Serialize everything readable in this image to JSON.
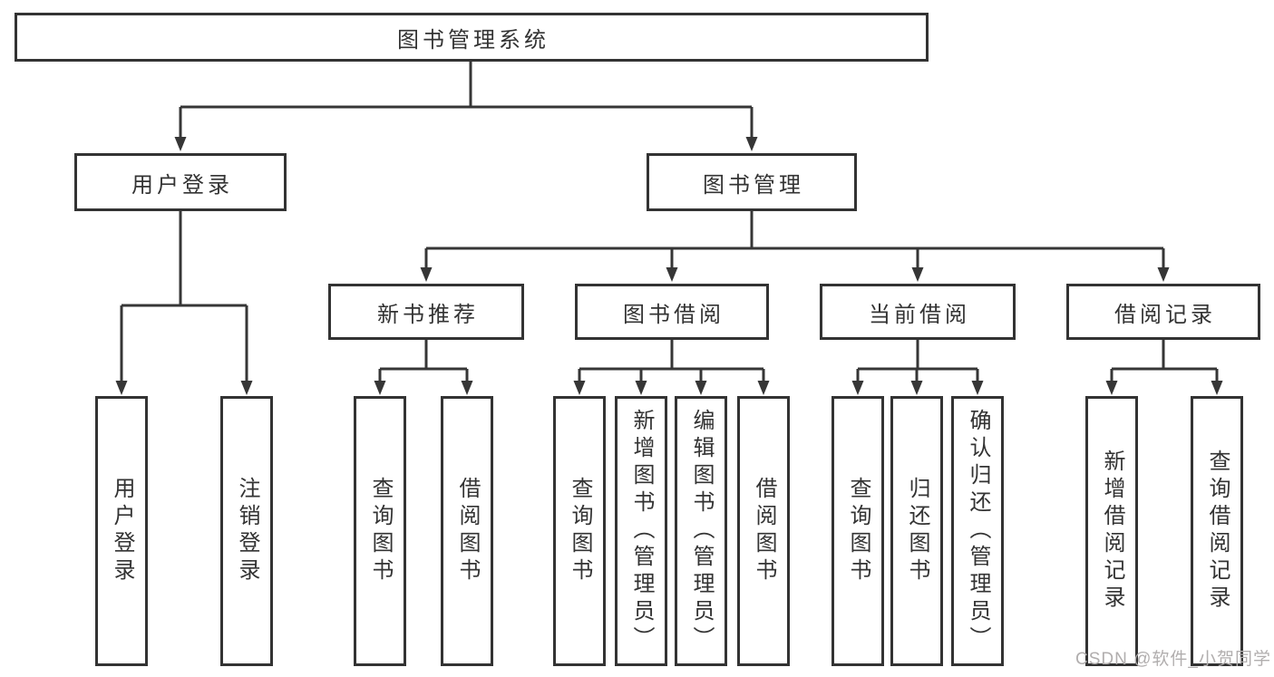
{
  "tree": {
    "root": {
      "label": "图书管理系统",
      "children": [
        {
          "label": "用户登录",
          "children": [
            {
              "label": "用户登录"
            },
            {
              "label": "注销登录"
            }
          ]
        },
        {
          "label": "图书管理",
          "children": [
            {
              "label": "新书推荐",
              "children": [
                {
                  "label": "查询图书"
                },
                {
                  "label": "借阅图书"
                }
              ]
            },
            {
              "label": "图书借阅",
              "children": [
                {
                  "label": "查询图书"
                },
                {
                  "label": "新增图书（管理员）"
                },
                {
                  "label": "编辑图书（管理员）"
                },
                {
                  "label": "借阅图书"
                }
              ]
            },
            {
              "label": "当前借阅",
              "children": [
                {
                  "label": "查询图书"
                },
                {
                  "label": "归还图书"
                },
                {
                  "label": "确认归还（管理员）"
                }
              ]
            },
            {
              "label": "借阅记录",
              "children": [
                {
                  "label": "新增借阅记录"
                },
                {
                  "label": "查询借阅记录"
                }
              ]
            }
          ]
        }
      ]
    }
  },
  "watermark": {
    "text": "CSDN @软件_小贺同学"
  },
  "colors": {
    "line": "#363636",
    "box_border": "#333333",
    "text": "#333333",
    "watermark": "#b1aeae",
    "background": "#ffffff"
  }
}
